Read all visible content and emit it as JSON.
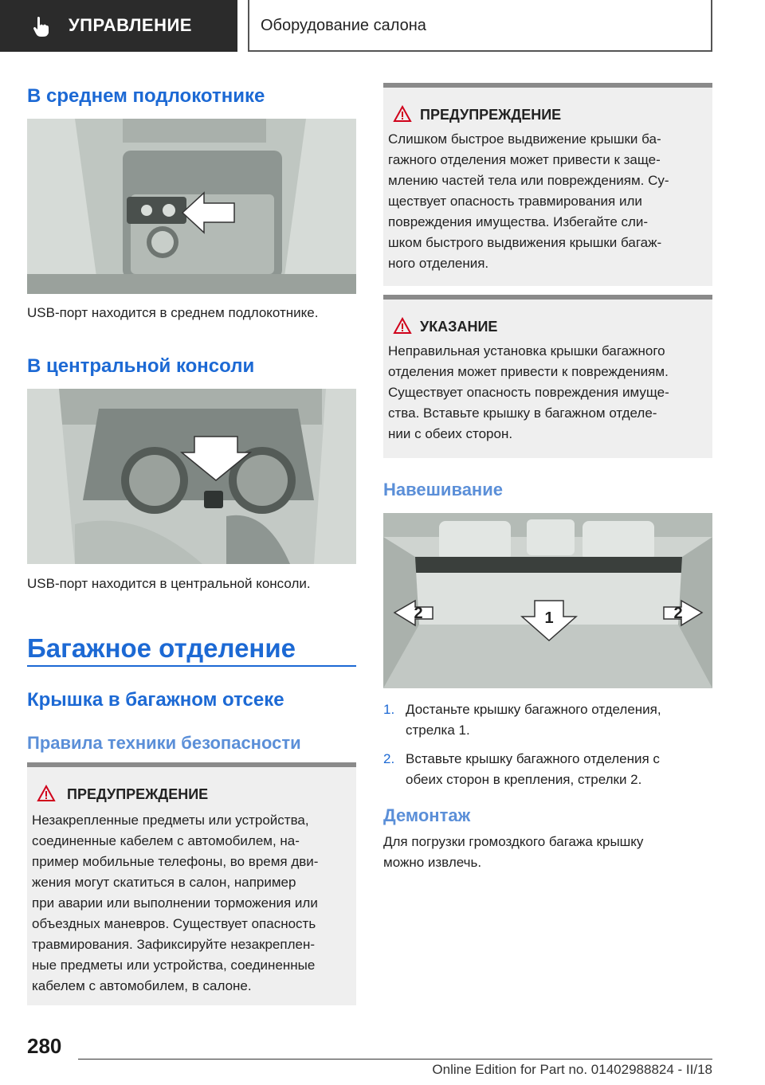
{
  "header": {
    "section": "УПРАВЛЕНИЕ",
    "subsection": "Оборудование салона"
  },
  "left": {
    "armrest_title": "В среднем подлокотнике",
    "armrest_caption": "USB-порт находится в среднем подлокотнике.",
    "console_title": "В центральной консоли",
    "console_caption": "USB-порт находится в центральной консоли.",
    "luggage_title": "Багажное отделение",
    "cover_title": "Крышка в багажном отсеке",
    "safety_title": "Правила техники безопасности",
    "warning1": {
      "title": "ПРЕДУПРЕЖДЕНИЕ",
      "lines": [
        "Незакрепленные предметы или устройства,",
        "соединенные кабелем с автомобилем, на-",
        "пример мобильные телефоны, во время дви-",
        "жения могут скатиться в салон, например",
        "при аварии или выполнении торможения или",
        "объездных маневров. Существует опасность",
        "травмирования. Зафиксируйте незакреплен-",
        "ные предметы или устройства, соединенные",
        "кабелем с автомобилем, в салоне."
      ]
    }
  },
  "right": {
    "warning2": {
      "title": "ПРЕДУПРЕЖДЕНИЕ",
      "lines": [
        "Слишком быстрое выдвижение крышки ба-",
        "гажного отделения может привести к заще-",
        "млению частей тела или повреждениям. Су-",
        "ществует опасность травмирования или",
        "повреждения имущества. Избегайте сли-",
        "шком быстрого выдвижения крышки багаж-",
        "ного отделения."
      ]
    },
    "note": {
      "title": "УКАЗАНИЕ",
      "lines": [
        "Неправильная установка крышки багажного",
        "отделения может привести к повреждениям.",
        "Существует опасность повреждения имуще-",
        "ства. Вставьте крышку в багажном отделе-",
        "нии с обеих сторон."
      ]
    },
    "mount_title": "Навешивание",
    "photo_labels": [
      "2",
      "1",
      "2"
    ],
    "steps": [
      {
        "num": "1.",
        "line1": "Достаньте крышку багажного отделения,",
        "line2": "стрелка 1."
      },
      {
        "num": "2.",
        "line1": "Вставьте крышку багажного отделения с",
        "line2": "обеих сторон в крепления, стрелки 2."
      }
    ],
    "remove_title": "Демонтаж",
    "remove_lines": [
      "Для погрузки громоздкого багажа крышку",
      "можно извлечь."
    ]
  },
  "footer": {
    "page": "280",
    "edition": "Online Edition for Part no. 01402988824 - II/18"
  }
}
